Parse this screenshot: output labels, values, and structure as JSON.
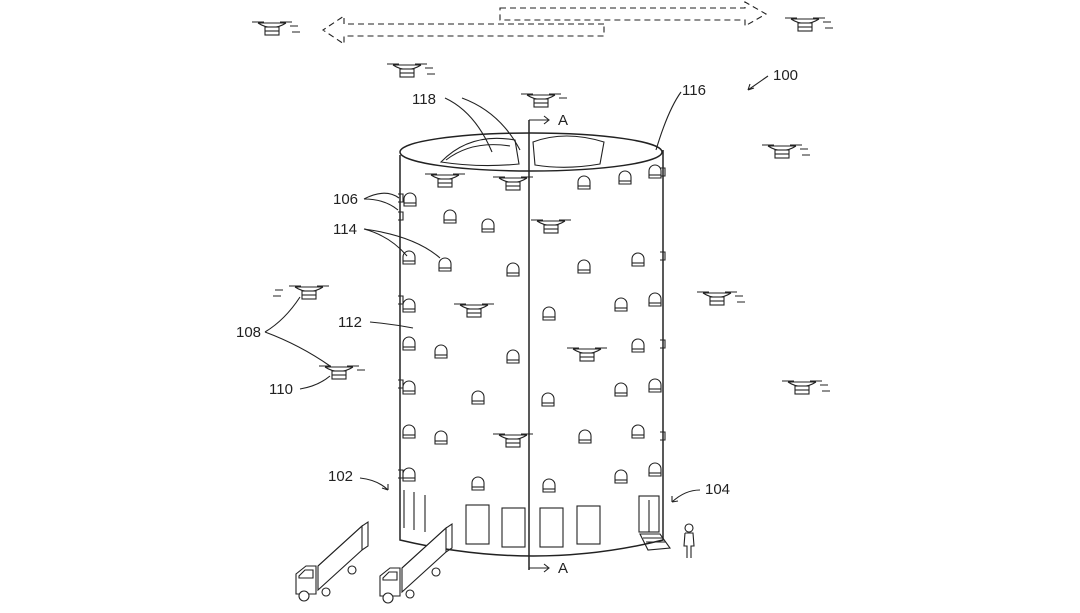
{
  "figure": {
    "reference_labels": {
      "r100": "100",
      "r102": "102",
      "r104": "104",
      "r106": "106",
      "r108": "108",
      "r110": "110",
      "r112": "112",
      "r114": "114",
      "r116": "116",
      "r118": "118"
    },
    "section_marker_top": "A",
    "section_marker_bottom": "A"
  },
  "icons": {
    "drone": "drone-icon",
    "window": "arched-window-icon",
    "truck": "delivery-truck-icon",
    "person": "person-icon",
    "arrow": "dashed-direction-arrow"
  }
}
